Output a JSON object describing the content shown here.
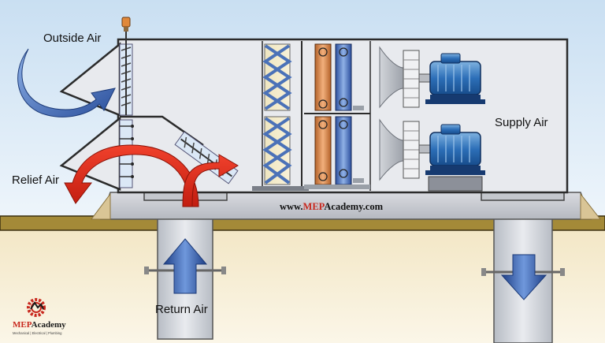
{
  "labels": {
    "outside_air": "Outside Air",
    "relief_air": "Relief Air",
    "supply_air": "Supply Air",
    "return_air": "Return Air"
  },
  "website": {
    "prefix": "www.",
    "brand": "MEP",
    "suffix": "Academy.com"
  },
  "logo": {
    "name_mep": "MEP",
    "name_rest": "Academy",
    "tagline": "Mechanical | Electrical | Plumbing"
  },
  "colors": {
    "brand_red": "#c8281e",
    "arrow_blue": "#3b66b8",
    "cabinet": "#e8eaee",
    "ground": "#a48a38",
    "sky": "#d6e8f6",
    "soil": "#f6eed6"
  },
  "icons": [
    "motor-icon",
    "fan-icon",
    "damper-icon",
    "filter-icon",
    "coil-icon",
    "gear-icon"
  ]
}
